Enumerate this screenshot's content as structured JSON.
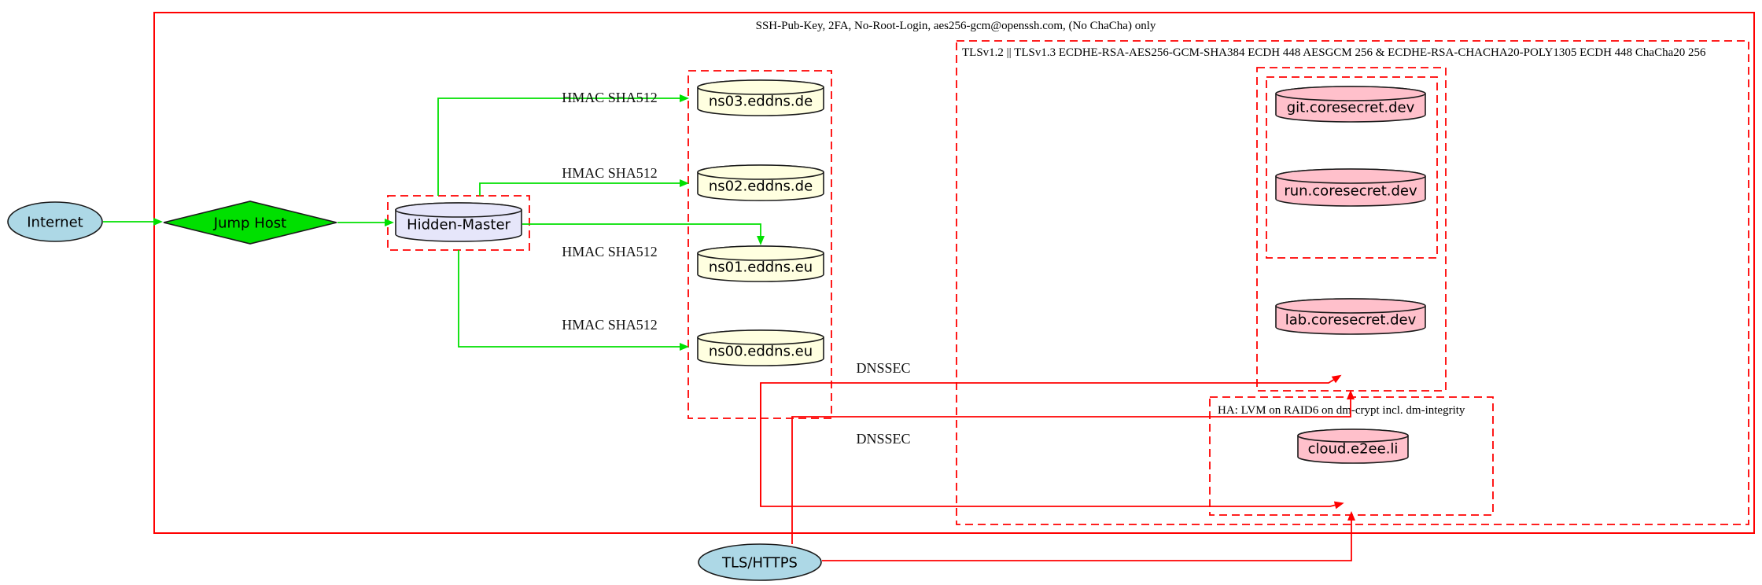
{
  "diagram": {
    "clusters": {
      "ssh": {
        "label": "SSH-Pub-Key, 2FA, No-Root-Login, aes256-gcm@openssh.com, (No ChaCha) only"
      },
      "tls": {
        "label": "TLSv1.2 || TLSv1.3 ECDHE-RSA-AES256-GCM-SHA384 ECDH 448 AESGCM 256 & ECDHE-RSA-CHACHA20-POLY1305 ECDH 448 ChaCha20 256"
      },
      "ha": {
        "label": "HA: LVM on RAID6 on dm-crypt incl. dm-integrity"
      }
    },
    "nodes": {
      "internet": {
        "label": "Internet",
        "shape": "ellipse"
      },
      "jump_host": {
        "label": "Jump Host",
        "shape": "diamond"
      },
      "hidden_master": {
        "label": "Hidden-Master",
        "shape": "cylinder"
      },
      "ns03": {
        "label": "ns03.eddns.de",
        "shape": "cylinder"
      },
      "ns02": {
        "label": "ns02.eddns.de",
        "shape": "cylinder"
      },
      "ns01": {
        "label": "ns01.eddns.eu",
        "shape": "cylinder"
      },
      "ns00": {
        "label": "ns00.eddns.eu",
        "shape": "cylinder"
      },
      "git": {
        "label": "git.coresecret.dev",
        "shape": "cylinder"
      },
      "run": {
        "label": "run.coresecret.dev",
        "shape": "cylinder"
      },
      "lab": {
        "label": "lab.coresecret.dev",
        "shape": "cylinder"
      },
      "cloud": {
        "label": "cloud.e2ee.li",
        "shape": "cylinder"
      },
      "tls_https": {
        "label": "TLS/HTTPS",
        "shape": "ellipse"
      }
    },
    "edge_labels": {
      "hmac": "HMAC SHA512",
      "dnssec": "DNSSEC"
    },
    "colors": {
      "cluster_border": "#ff0000",
      "secure_edge_green": "#00e000",
      "tls_edge_red": "#ff0000",
      "dns_node_fill": "#ffffe0",
      "web_node_fill": "#ffc0cb",
      "master_node_fill": "#e6e6fa",
      "endpoint_node_fill": "#add8e6",
      "gateway_node_fill": "#00e000",
      "node_border": "#1a1a1a"
    }
  }
}
